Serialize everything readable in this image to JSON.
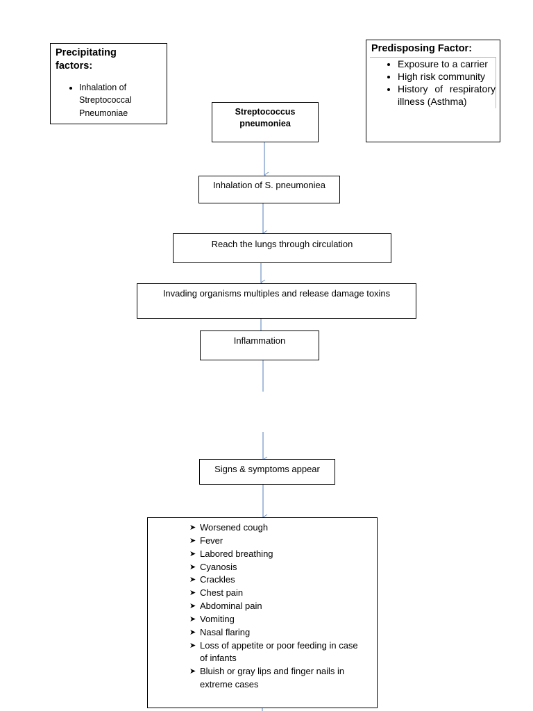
{
  "precipitating": {
    "title_line1": "Precipitating",
    "title_line2": "factors:",
    "items": [
      "Inhalation of Streptococcal Pneumoniae"
    ]
  },
  "predisposing": {
    "title": "Predisposing Factor:",
    "items": [
      "Exposure to a carrier",
      "High risk community",
      "History of respiratory illness (Asthma)"
    ]
  },
  "flow": {
    "start_line1": "Streptococcus",
    "start_line2": "pneumoniea",
    "step1": "Inhalation of S. pneumoniea",
    "step2": "Reach the lungs through circulation",
    "step3": "Invading organisms multiples and release damage toxins",
    "step4": "Inflammation",
    "step5": "Signs & symptoms appear"
  },
  "symptoms": [
    "Worsened cough",
    "Fever",
    "Labored breathing",
    "Cyanosis",
    "Crackles",
    "Chest pain",
    "Abdominal pain",
    "Vomiting",
    "Nasal flaring",
    "Loss of appetite or poor feeding in case of infants",
    "Bluish or gray lips and finger nails in extreme cases"
  ],
  "colors": {
    "connector": "#6f93c4",
    "border": "#000000"
  },
  "icons": {
    "bullet": "disc-bullet-icon",
    "symptom_bullet": "arrowhead-bullet-icon"
  }
}
